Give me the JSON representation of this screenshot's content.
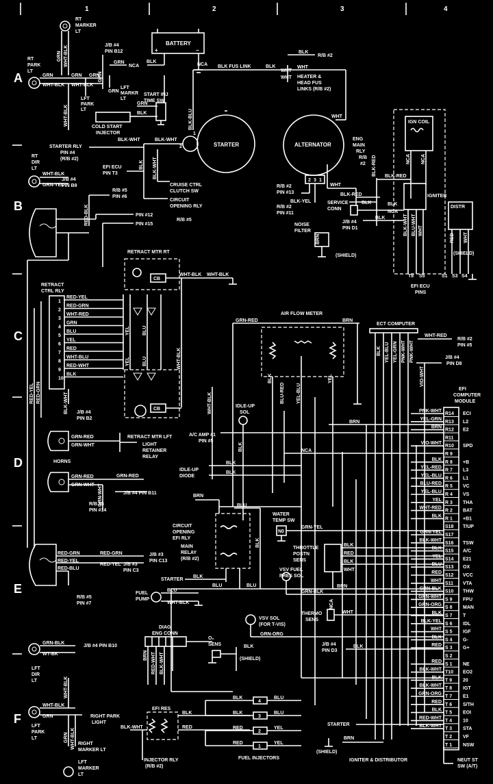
{
  "grid": {
    "columns": [
      "1",
      "2",
      "3",
      "4"
    ],
    "rows": [
      "A",
      "B",
      "C",
      "D",
      "E",
      "F"
    ]
  },
  "components": {
    "rt_marker": [
      "RT",
      "MARKER",
      "LT"
    ],
    "jb4_b12": [
      "J/B #4",
      "PIN B12"
    ],
    "battery": "BATTERY",
    "rt_park": [
      "RT",
      "PARK",
      "LT"
    ],
    "lft_park_top": [
      "LFT",
      "PARK",
      "LT"
    ],
    "lft_marker_top": [
      "LFT",
      "MARKR",
      "LT"
    ],
    "start_inj": [
      "START INJ",
      "TIME SW"
    ],
    "cold_start": [
      "COLD START",
      "INJECTOR"
    ],
    "starter": "STARTER",
    "alternator": "ALTERNATOR",
    "starter_rly": [
      "STARTER RLY",
      "PIN #4",
      "(R/B #2)"
    ],
    "efi_ecu_t3": [
      "EFI ECU",
      "PIN T3"
    ],
    "rt_dir": [
      "RT",
      "DIR",
      "LT"
    ],
    "jb4_b9": [
      "J/B #4",
      "PIN B9"
    ],
    "rb5_pin6": [
      "R/B #5",
      "PIN #6"
    ],
    "cruise": [
      "CRUISE CTRL",
      "CLUTCH SW"
    ],
    "circuit_open_top": [
      "CIRCUIT",
      "OPENING RLY"
    ],
    "rb2_13": [
      "R/B #2",
      "PIN #13"
    ],
    "rb2_11": [
      "R/B #2",
      "PIN #11"
    ],
    "heater_fus": [
      "HEATER &",
      "HEAD FUS",
      "LINKS (R/B #2)"
    ],
    "rb2_top": "R/B #2",
    "eng_main": [
      "ENG",
      "MAIN",
      "RLY",
      "R/B",
      "#2"
    ],
    "ign_coil": "IGN COIL",
    "igniter": "IGNITER",
    "distr": "DISTR",
    "service_conn": [
      "SERVICE",
      "CONN"
    ],
    "jb4_d1": [
      "J/B #4",
      "PIN D1"
    ],
    "noise_filter": [
      "NOISE",
      "FILTER"
    ],
    "shield": "SHIELD",
    "shield_p": "(SHIELD)",
    "efi_ecu_pins": [
      "EFI ECU",
      "PINS"
    ],
    "rb5_12_15": [
      "PIN #12",
      "PIN #15",
      "R/B #5"
    ],
    "retract_rt": "RETRACT MTR RT",
    "retract_lft": "RETRACT MTR LFT",
    "retract_ctrl": [
      "RETRACT",
      "CTRL RLY"
    ],
    "cb": "CB",
    "jb4_b2": [
      "J/B #4",
      "PIN B2"
    ],
    "air_flow": "AIR FLOW METER",
    "ect": "ECT COMPUTER",
    "rb2_pin5": [
      "R/B #2",
      "PIN #5"
    ],
    "jb4_d8": [
      "J/B #4",
      "PIN D8"
    ],
    "efi_module": [
      "EFI",
      "COMPUTER",
      "MODULE"
    ],
    "idle_up_sol": [
      "IDLE-UP",
      "SOL"
    ],
    "ac_amp": [
      "A/C AMP #1",
      "PIN #5"
    ],
    "idle_up_diode": [
      "IDLE-UP",
      "DIODE"
    ],
    "horns": "HORNS",
    "light_ret": [
      "LIGHT",
      "RETAINER",
      "RELAY"
    ],
    "jb4_b11": "J/B #4 PIN B11",
    "rb5_14": [
      "R/B #5",
      "PIN #14"
    ],
    "water_temp": [
      "WATER",
      "TEMP SW"
    ],
    "throttle": [
      "THROTTLE",
      "POSTN",
      "SENS"
    ],
    "circuit_efi": [
      "CIRCUIT",
      "OPENING",
      "EFI RLY"
    ],
    "main_relay": [
      "MAIN",
      "RELAY",
      "(R/B #2)"
    ],
    "jb3_c13": [
      "J/B #3",
      "PIN C13"
    ],
    "jb3_c3": [
      "J/B #3",
      "PIN C3"
    ],
    "rb5_7": [
      "R/B #5",
      "PIN #7"
    ],
    "vsv_fuel": [
      "VSV FUEL",
      "PRES SOL"
    ],
    "thermo": [
      "THERMO",
      "SENS"
    ],
    "fuel_pump": [
      "FUEL",
      "PUMP"
    ],
    "vsv_sol": [
      "VSV SOL",
      "(FOR T-VIS)"
    ],
    "diag": [
      "DIAG",
      "ENG CONN"
    ],
    "o2_sens": [
      "O₂",
      "SENS"
    ],
    "jb4_d3": [
      "J/B #4",
      "PIN D3"
    ],
    "lft_dir": [
      "LFT",
      "DIR",
      "LT"
    ],
    "jb4_b10": "J/B #4 PIN B10",
    "efi_res": "EFI RES",
    "lft_park_bot": [
      "LFT",
      "PARK",
      "LT"
    ],
    "right_park": [
      "RIGHT PARK",
      "LIGHT"
    ],
    "right_marker": [
      "RIGHT",
      "MARKER LT"
    ],
    "lft_marker_bot": [
      "LFT",
      "MARKER",
      "LT"
    ],
    "injector_rly": [
      "INJECTOR RLY",
      "(R/B #2)"
    ],
    "fuel_injectors": "FUEL INJECTORS",
    "igniter_dist": "IGNITER & DISTRIBUTOR",
    "neut_st": [
      "NEUT ST",
      "SW (A/T)"
    ],
    "starter_lbl": "STARTER",
    "nca": "NCA"
  },
  "wire_colors": {
    "GRN": "GRN",
    "BLK": "BLK",
    "WHT": "WHT",
    "BLU": "BLU",
    "YEL": "YEL",
    "RED": "RED",
    "BRN": "BRN",
    "WHT_BLK": "WHT-BLK",
    "BLK_WHT": "BLK-WHT",
    "BLK_BLU": "BLK-BLU",
    "BLK_RED": "BLK-RED",
    "BLK_YEL": "BLK-YEL",
    "RED_BLK": "RED-BLK",
    "GRN_YEL": "GRN-YEL",
    "RED_YEL": "RED-YEL",
    "RED_GRN": "RED-GRN",
    "WHT_RED": "WHT-RED",
    "WHT_BLU": "WHT-BLU",
    "RED_WHT": "RED-WHT",
    "GRN_RED": "GRN-RED",
    "GRN_WHT": "GRN-WHT",
    "BLU_RED": "BLU-RED",
    "YEL_BLU": "YEL-BLU",
    "VIO_WHT": "VIO-WHT",
    "PNK_WHT": "PNK-WHT",
    "YEL_GRN": "YEL-GRN",
    "BLU_WHT": "BLU-WHT",
    "GRN_BLK": "GRN-BLK",
    "GRN_ORG": "GRN-ORG",
    "RED_BLU": "RED-BLU",
    "WT_BK": "WT-BK",
    "BLK_FUS": "BLK FUS LINK"
  },
  "ecu_pins": [
    {
      "pin": "R14",
      "func": "ECI",
      "wire": "PNK-WHT"
    },
    {
      "pin": "R13",
      "func": "L2",
      "wire": "YEL-GRN"
    },
    {
      "pin": "R12",
      "func": "E2",
      "wire": "BRN"
    },
    {
      "pin": "R11",
      "func": "",
      "wire": ""
    },
    {
      "pin": "R10",
      "func": "SPD",
      "wire": "VIO-WHT"
    },
    {
      "pin": "R 9",
      "func": "",
      "wire": ""
    },
    {
      "pin": "R 8",
      "func": "+B",
      "wire": "BLK"
    },
    {
      "pin": "R 7",
      "func": "L3",
      "wire": "YEL-RED"
    },
    {
      "pin": "R 6",
      "func": "L1",
      "wire": "YEL-BLU"
    },
    {
      "pin": "R 5",
      "func": "VC",
      "wire": "BLU-RED"
    },
    {
      "pin": "R 4",
      "func": "VS",
      "wire": "YEL-BLU"
    },
    {
      "pin": "R 3",
      "func": "THA",
      "wire": "YEL"
    },
    {
      "pin": "R 2",
      "func": "BAT",
      "wire": "WHT-RED"
    },
    {
      "pin": "R 1",
      "func": "+B1",
      "wire": "BLK"
    },
    {
      "pin": "S18",
      "func": "T/UP",
      "wire": ""
    },
    {
      "pin": "S17",
      "func": "",
      "wire": "GRN-YEL"
    },
    {
      "pin": "S16",
      "func": "TSW",
      "wire": "BLK-WHT"
    },
    {
      "pin": "S15",
      "func": "A/C",
      "wire": "BLK"
    },
    {
      "pin": "S14",
      "func": "E21",
      "wire": "YEL"
    },
    {
      "pin": "S13",
      "func": "OX",
      "wire": "BLU"
    },
    {
      "pin": "S12",
      "func": "VCC",
      "wire": "RED"
    },
    {
      "pin": "S11",
      "func": "VTA",
      "wire": "WHT"
    },
    {
      "pin": "S10",
      "func": "THW",
      "wire": "GRN-BLK"
    },
    {
      "pin": "S 9",
      "func": "FPU",
      "wire": "GRN-WHT"
    },
    {
      "pin": "S 8",
      "func": "MAN",
      "wire": "GRN-ORG"
    },
    {
      "pin": "S 7",
      "func": "T",
      "wire": "BLK"
    },
    {
      "pin": "S 6",
      "func": "IDL",
      "wire": "BLK-YEL"
    },
    {
      "pin": "S 5",
      "func": "IGF",
      "wire": "WHT"
    },
    {
      "pin": "S 4",
      "func": "G-",
      "wire": "BLK"
    },
    {
      "pin": "S 3",
      "func": "G+",
      "wire": "RED"
    },
    {
      "pin": "S 2",
      "func": "",
      "wire": ""
    },
    {
      "pin": "S 1",
      "func": "NE",
      "wire": "RED"
    },
    {
      "pin": "T10",
      "func": "EO2",
      "wire": "BLK-WHT"
    },
    {
      "pin": "T 9",
      "func": "20",
      "wire": "BLK"
    },
    {
      "pin": "T 8",
      "func": "IGT",
      "wire": "BLK-WHT"
    },
    {
      "pin": "T 7",
      "func": "E1",
      "wire": "GRN-ORG"
    },
    {
      "pin": "T 6",
      "func": "S/TH",
      "wire": "RED"
    },
    {
      "pin": "T 5",
      "func": "EOI",
      "wire": "BLK"
    },
    {
      "pin": "T 4",
      "func": "10",
      "wire": "RED-WHT"
    },
    {
      "pin": "T 3",
      "func": "STA",
      "wire": "BLK-WHT"
    },
    {
      "pin": "T 2",
      "func": "VF",
      "wire": ""
    },
    {
      "pin": "T 1",
      "func": "NSW",
      "wire": ""
    }
  ],
  "retract_wires": [
    "RED-YEL",
    "RED-GRN",
    "WHT-RED",
    "GRN",
    "BLU",
    "YEL",
    "RED",
    "WHT-BLU",
    "RED-WHT",
    "BLK"
  ],
  "ecu_pin_small": [
    "T8",
    "S5",
    "S1",
    "S3",
    "S4"
  ],
  "injector_nums": [
    "4",
    "3",
    "2",
    "1"
  ],
  "alt_terms": [
    "2",
    "3",
    "1"
  ]
}
